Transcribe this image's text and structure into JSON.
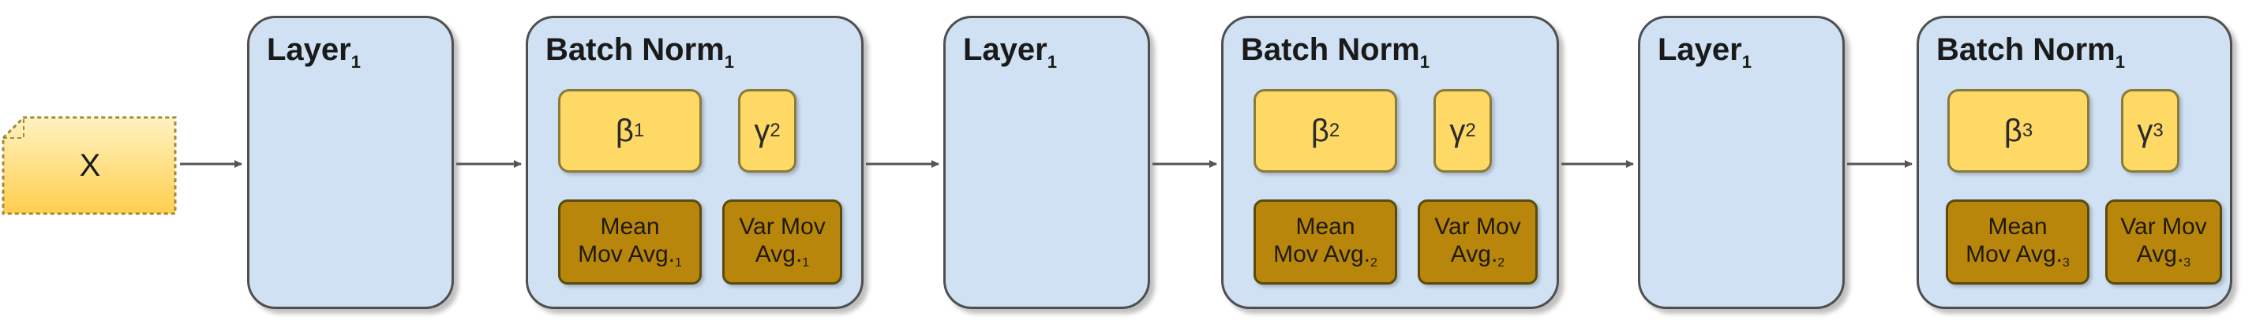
{
  "input": {
    "label": "X"
  },
  "stages": [
    {
      "layer": {
        "title": "Layer",
        "title_sub": "1"
      },
      "batch_norm": {
        "title": "Batch Norm",
        "title_sub": "1",
        "beta": {
          "symbol": "β",
          "sub": "1"
        },
        "gamma": {
          "symbol": "γ",
          "sub": "2"
        },
        "mean": {
          "line1": "Mean",
          "line2": "Mov Avg.",
          "sub": "1"
        },
        "var": {
          "line1": "Var Mov",
          "line2": "Avg.",
          "sub": "1"
        }
      }
    },
    {
      "layer": {
        "title": "Layer",
        "title_sub": "1"
      },
      "batch_norm": {
        "title": "Batch Norm",
        "title_sub": "1",
        "beta": {
          "symbol": "β",
          "sub": "2"
        },
        "gamma": {
          "symbol": "γ",
          "sub": "2"
        },
        "mean": {
          "line1": "Mean",
          "line2": "Mov Avg.",
          "sub": "2"
        },
        "var": {
          "line1": "Var Mov",
          "line2": "Avg.",
          "sub": "2"
        }
      }
    },
    {
      "layer": {
        "title": "Layer",
        "title_sub": "1"
      },
      "batch_norm": {
        "title": "Batch Norm",
        "title_sub": "1",
        "beta": {
          "symbol": "β",
          "sub": "3"
        },
        "gamma": {
          "symbol": "γ",
          "sub": "3"
        },
        "mean": {
          "line1": "Mean",
          "line2": "Mov Avg.",
          "sub": "3"
        },
        "var": {
          "line1": "Var Mov",
          "line2": "Avg.",
          "sub": "3"
        }
      }
    }
  ],
  "colors": {
    "box_fill": "#cfe1f3",
    "box_border": "#4f4f4f",
    "param_fill": "#ffd966",
    "stat_fill": "#b8860b",
    "input_fill": "#ffd966",
    "arrow": "#555555"
  }
}
